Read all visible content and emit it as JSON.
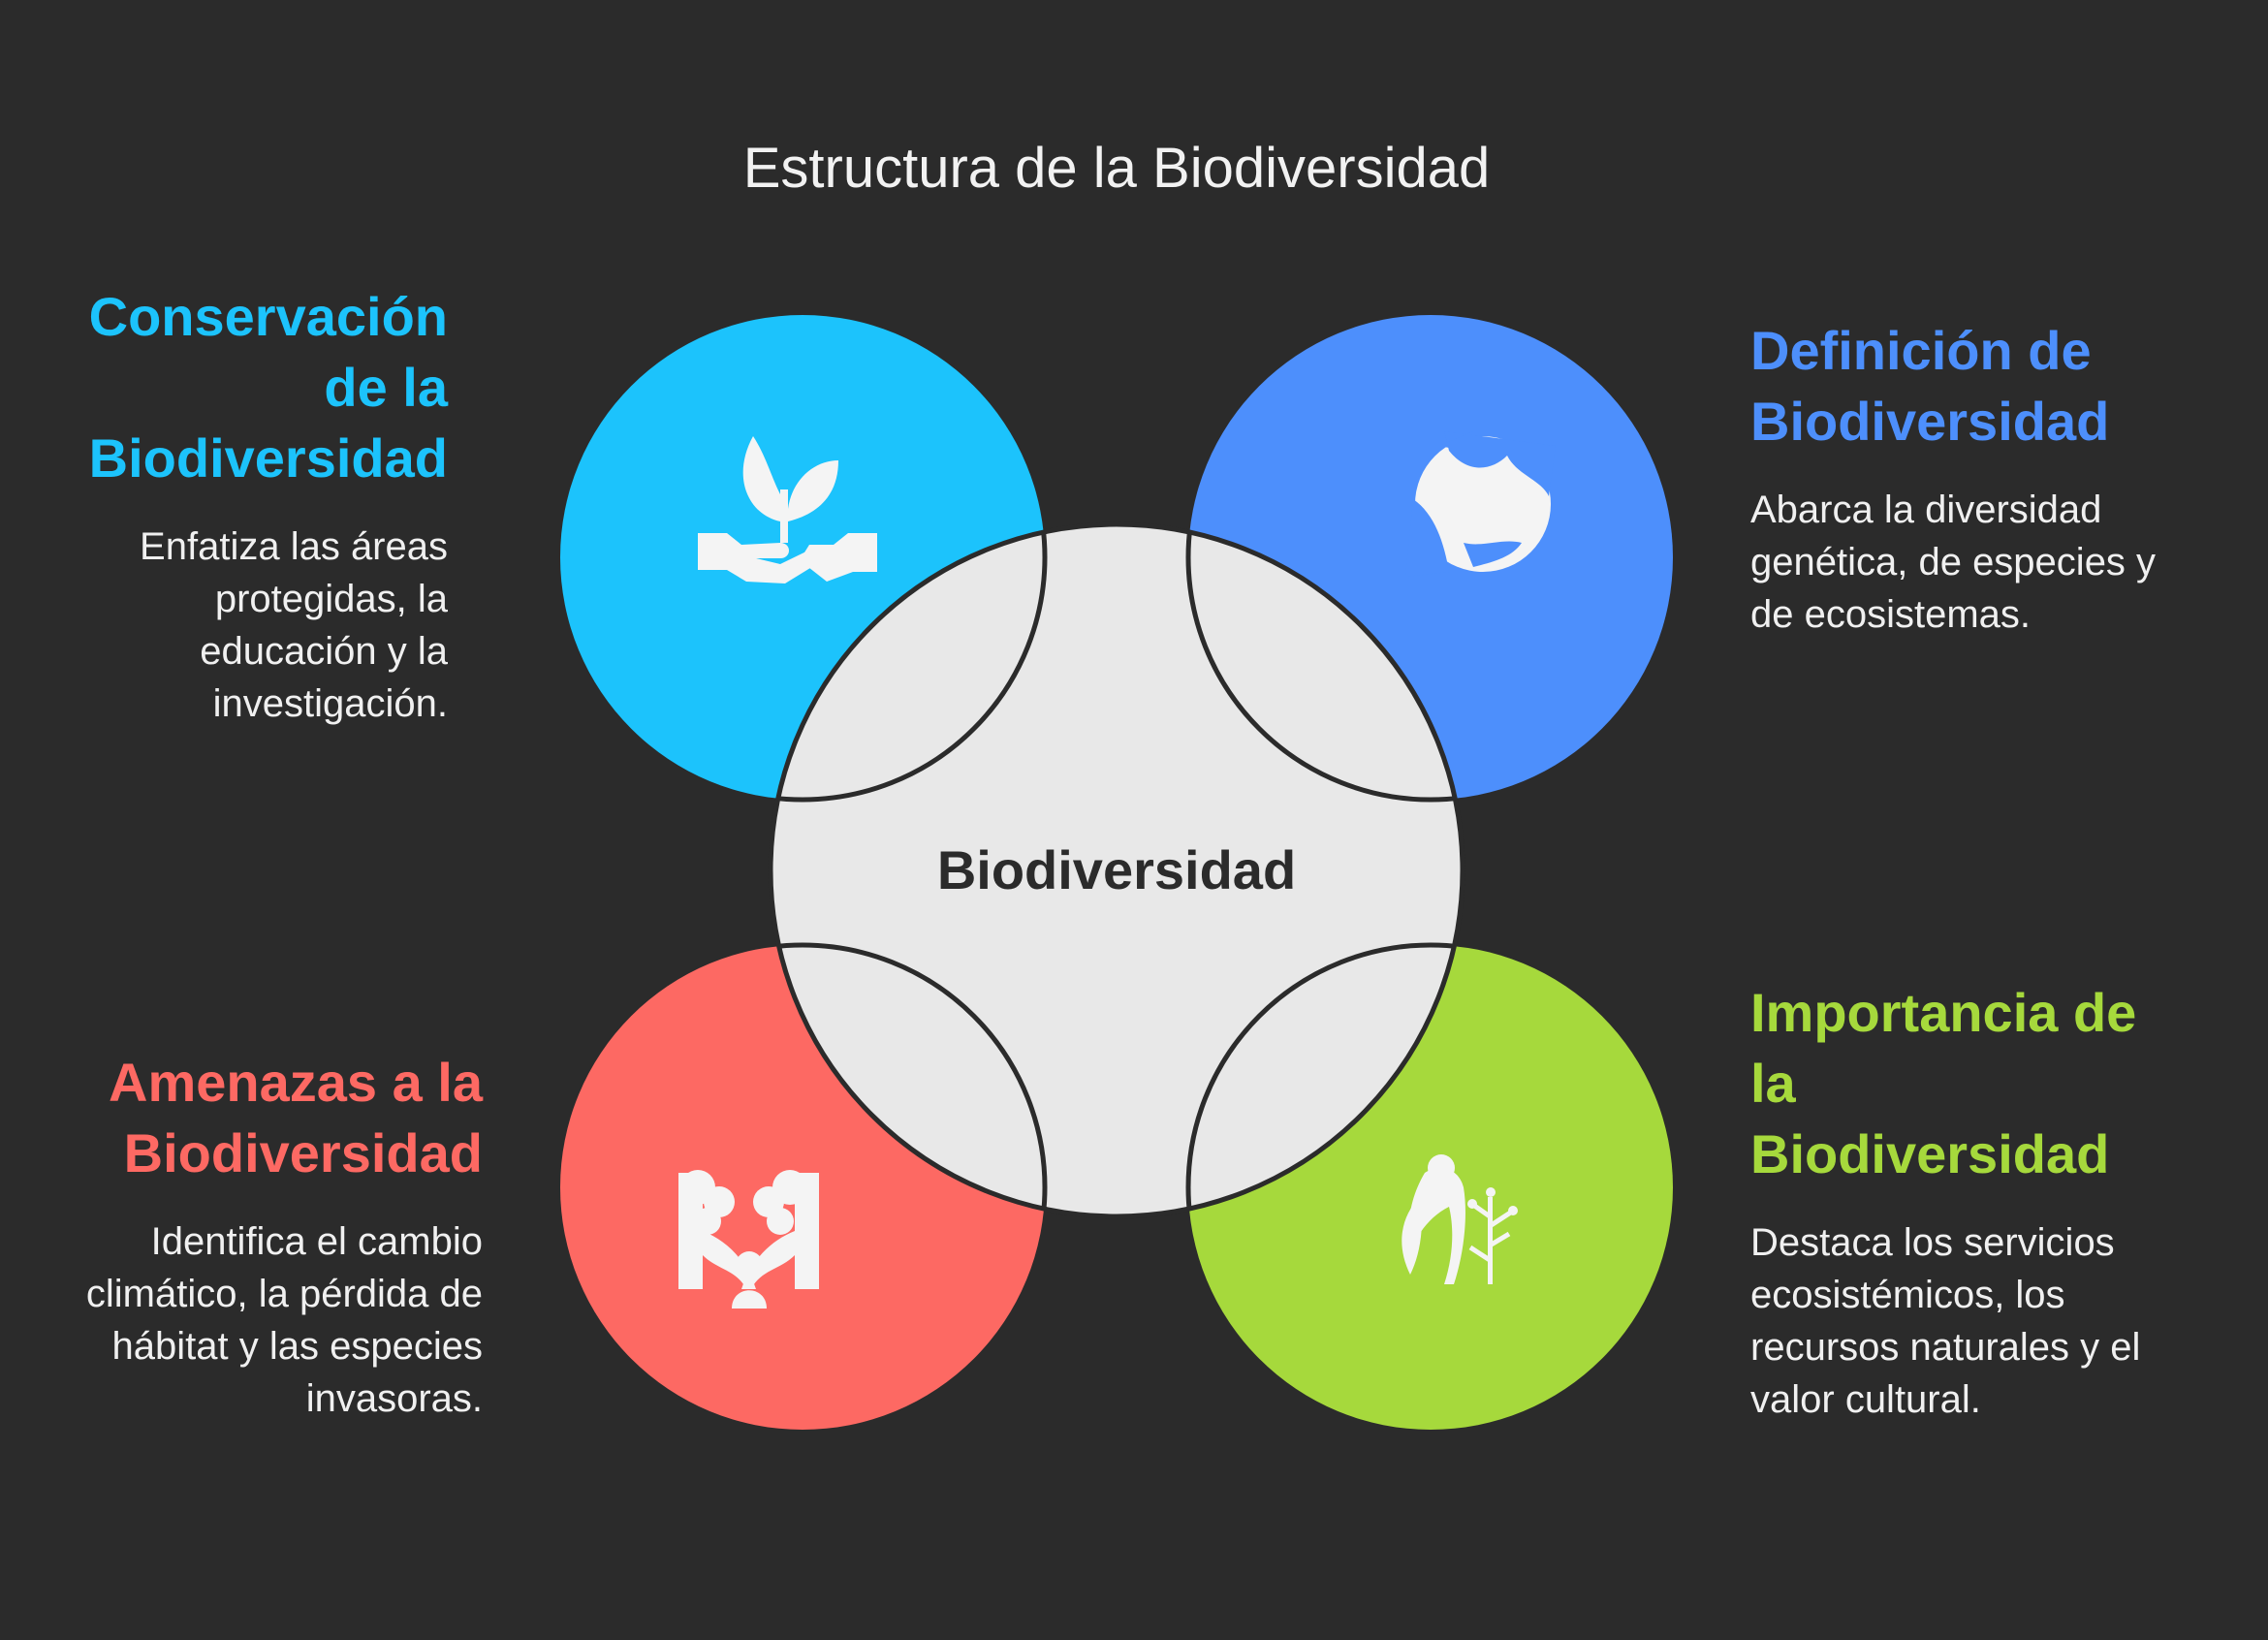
{
  "title": "Estructura de la Biodiversidad",
  "center": {
    "label": "Biodiversidad",
    "color": "#e8e8e8"
  },
  "segments": {
    "conservacion": {
      "heading": "Conservación de la Biodiversidad",
      "description": "Enfatiza las áreas protegidas, la educación y la investigación.",
      "color": "#1cc3fc",
      "icon": "hands-plant-icon"
    },
    "definicion": {
      "heading": "Definición de Biodiversidad",
      "description": "Abarca la diversidad genética, de especies y de ecosistemas.",
      "color": "#4d8ffc",
      "icon": "globe-icon"
    },
    "amenazas": {
      "heading": "Amenazas a la Biodiversidad",
      "description": "Identifica el cambio climático, la pérdida de hábitat y las especies invasoras.",
      "color": "#fd6963",
      "icon": "person-landslide-icon"
    },
    "importancia": {
      "heading": "Importancia de la Biodiversidad",
      "description": "Destaca los servicios ecosistémicos, los recursos naturales y el valor cultural.",
      "color": "#a6d93c",
      "icon": "nature-figure-icon"
    }
  }
}
